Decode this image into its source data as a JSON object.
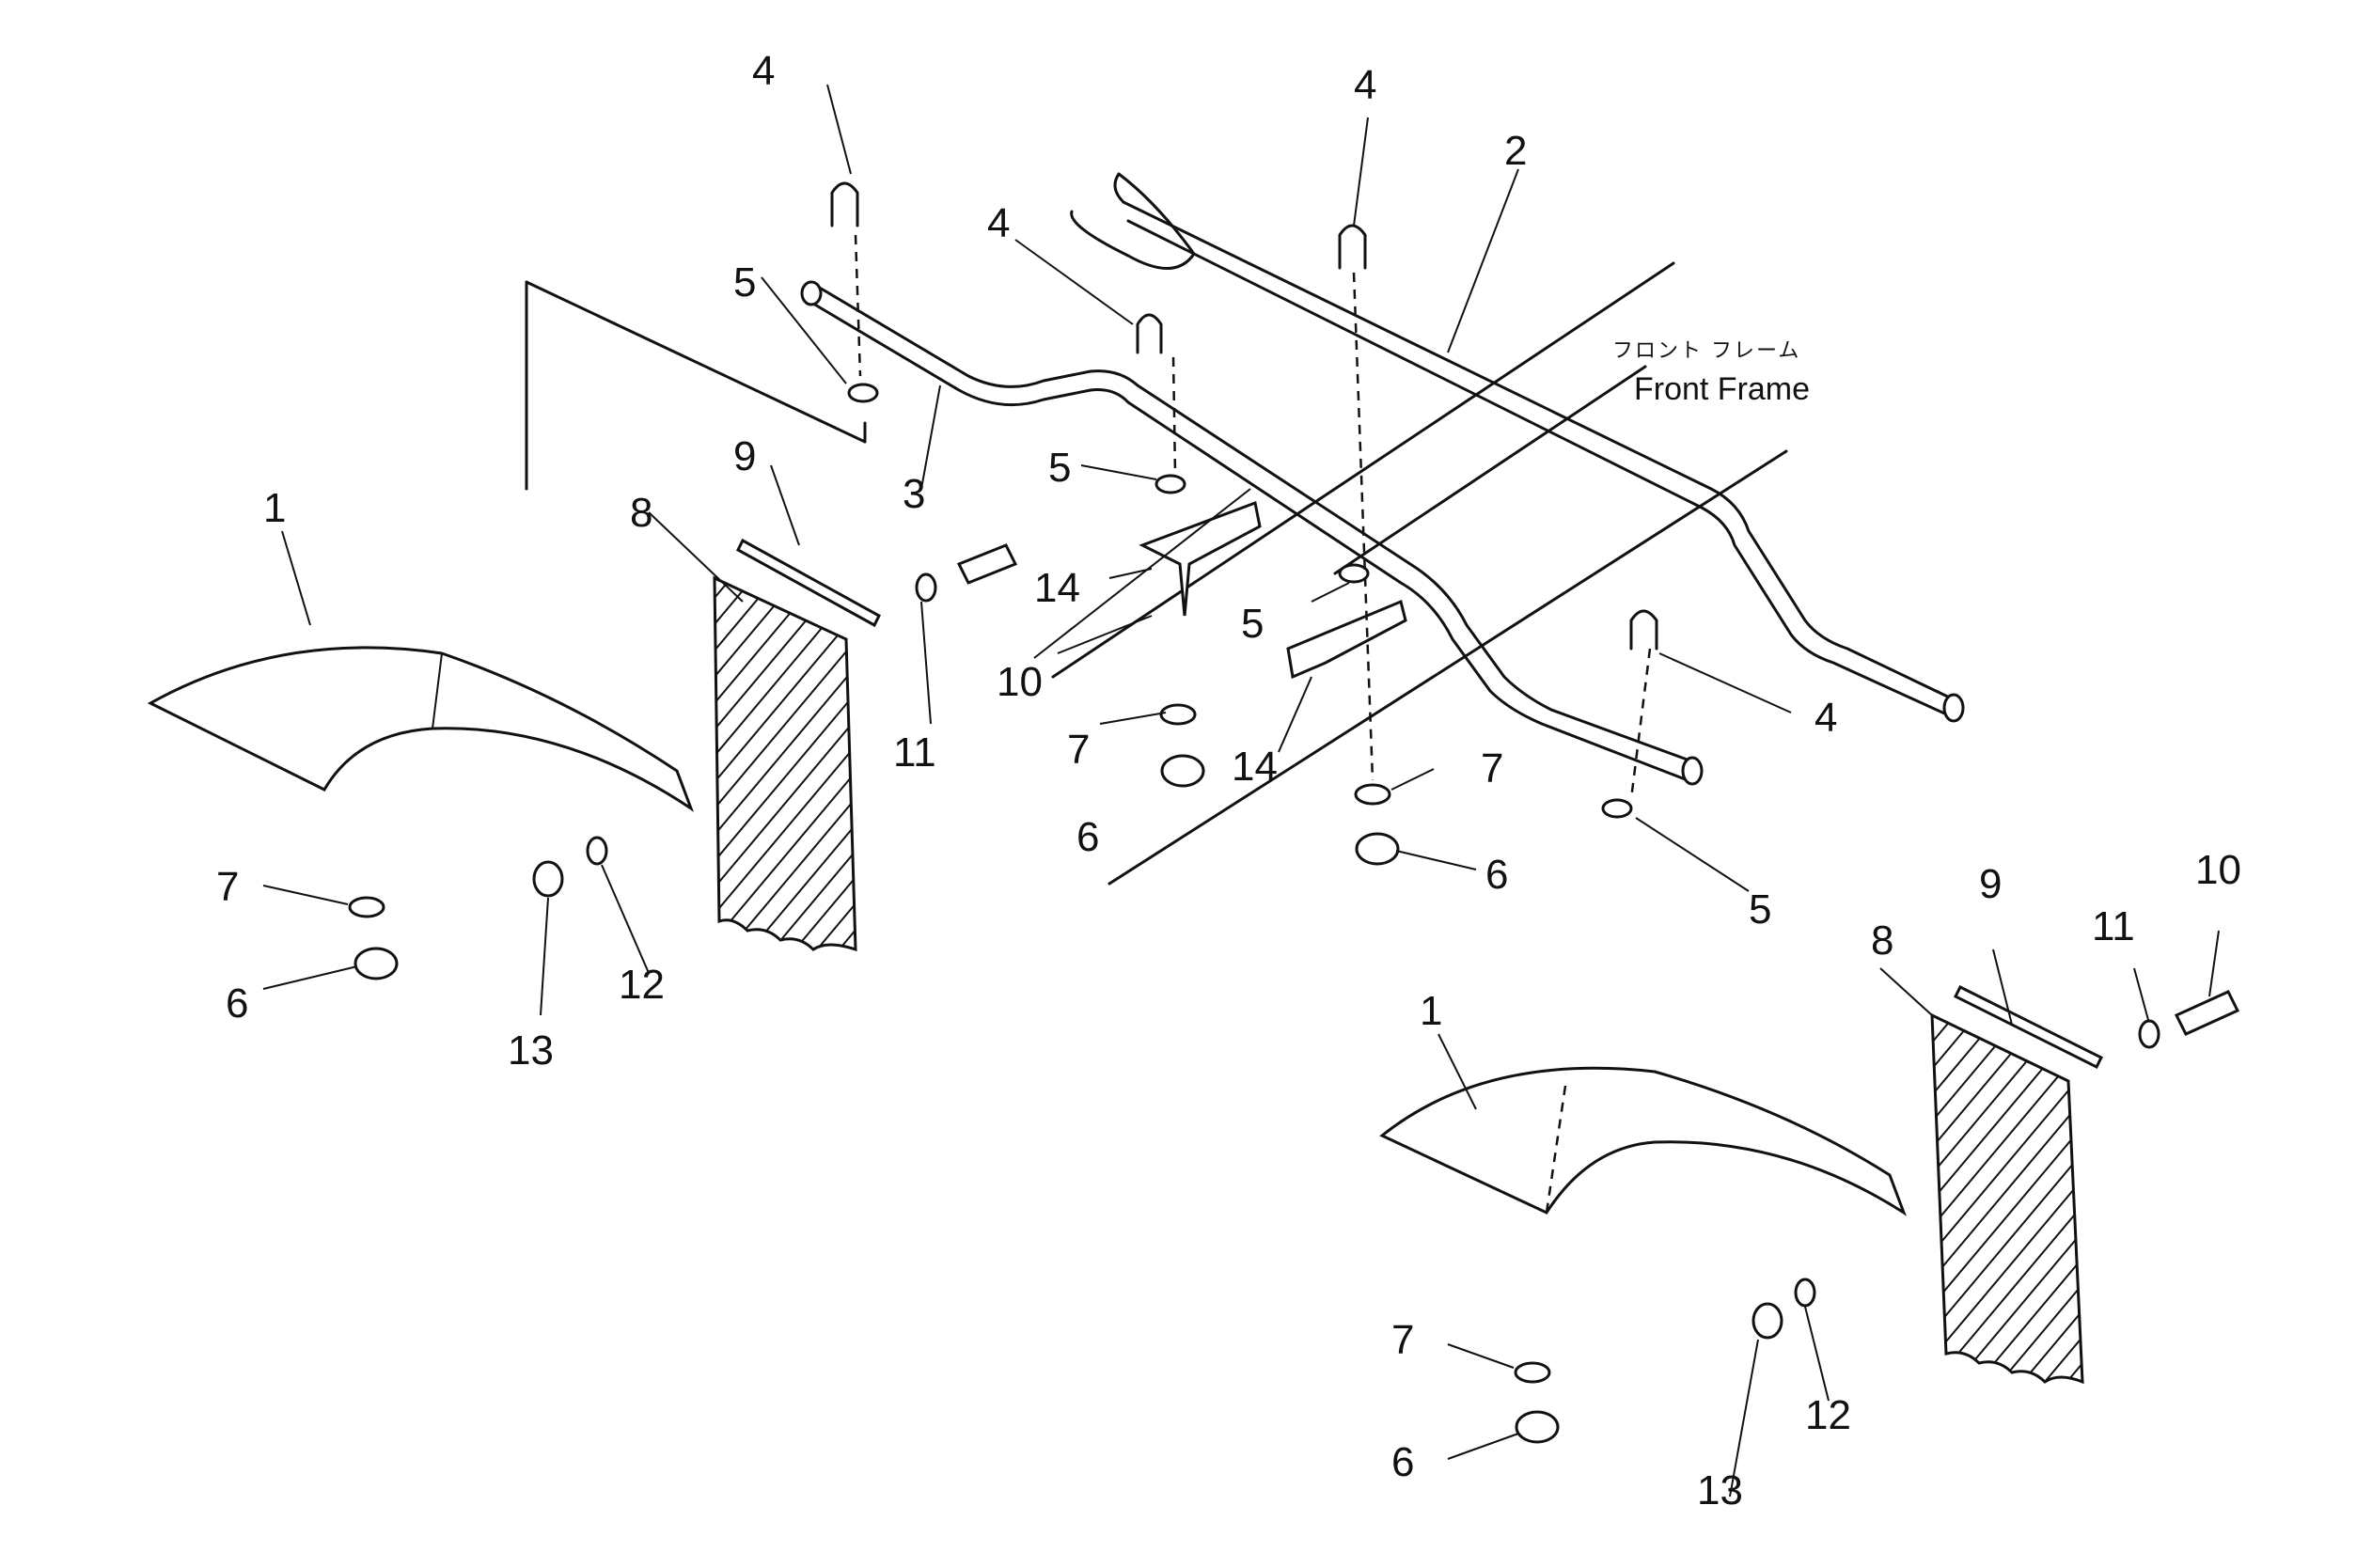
{
  "callouts": [
    "1",
    "2",
    "3",
    "4",
    "5",
    "6",
    "7",
    "8",
    "9",
    "10",
    "11",
    "12",
    "13",
    "14"
  ],
  "frame_label": {
    "jp": "フロント フレーム",
    "en": "Front Frame"
  }
}
